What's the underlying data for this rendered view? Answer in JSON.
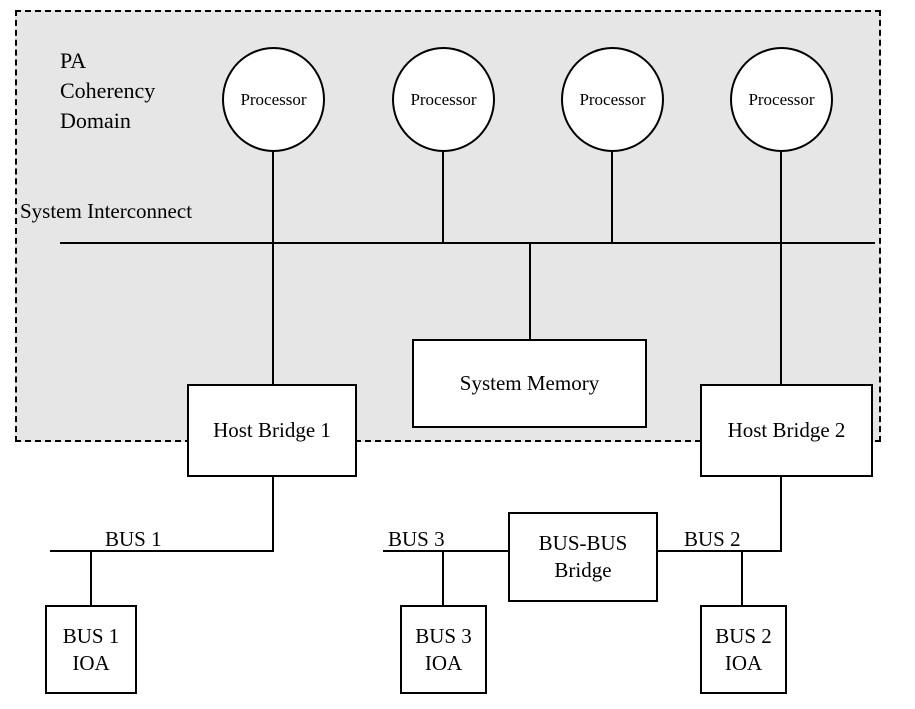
{
  "diagram": {
    "colors": {
      "background": "#ffffff",
      "domain_fill": "#e6e6e6",
      "line": "#000000",
      "text": "#000000"
    },
    "domain_label_lines": [
      "PA",
      "Coherency",
      "Domain"
    ],
    "system_interconnect_label": "System Interconnect",
    "processors": [
      {
        "label": "Processor"
      },
      {
        "label": "Processor"
      },
      {
        "label": "Processor"
      },
      {
        "label": "Processor"
      }
    ],
    "system_memory_label": "System Memory",
    "host_bridge_1_label": "Host Bridge 1",
    "host_bridge_2_label": "Host Bridge 2",
    "bus_bus_bridge_lines": [
      "BUS-BUS",
      "Bridge"
    ],
    "bus_labels": {
      "bus1": "BUS 1",
      "bus2": "BUS 2",
      "bus3": "BUS 3"
    },
    "ioa_boxes": {
      "bus1": [
        "BUS 1",
        "IOA"
      ],
      "bus2": [
        "BUS 2",
        "IOA"
      ],
      "bus3": [
        "BUS 3",
        "IOA"
      ]
    }
  }
}
